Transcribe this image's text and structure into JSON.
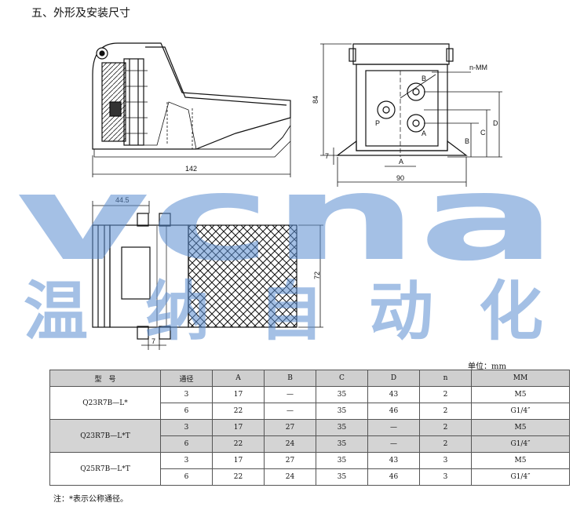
{
  "heading": "五、外形及安装尺寸",
  "dims": {
    "side_length": "142",
    "front_height": "84",
    "front_base": "7",
    "front_width": "90",
    "front_A": "A",
    "front_B": "B",
    "front_C": "C",
    "front_D": "D",
    "port_thread": "n-MM",
    "port_p": "P",
    "port_a": "A",
    "port_b": "B",
    "top_offset": "44.5",
    "top_width": "72",
    "top_slot": "7"
  },
  "watermark": {
    "latin": "vcna",
    "cn": [
      "温",
      "纳",
      "自",
      "动",
      "化"
    ]
  },
  "unit": "单位：mm",
  "table": {
    "headers": [
      "型　号",
      "通径",
      "A",
      "B",
      "C",
      "D",
      "n",
      "MM"
    ],
    "groups": [
      {
        "model": "Q23R7B—L*",
        "shade": false,
        "rows": [
          [
            "3",
            "17",
            "—",
            "35",
            "43",
            "2",
            "M5"
          ],
          [
            "6",
            "22",
            "—",
            "35",
            "46",
            "2",
            "G1/4″"
          ]
        ]
      },
      {
        "model": "Q23R7B—L*T",
        "shade": true,
        "rows": [
          [
            "3",
            "17",
            "27",
            "35",
            "—",
            "2",
            "M5"
          ],
          [
            "6",
            "22",
            "24",
            "35",
            "—",
            "2",
            "G1/4″"
          ]
        ]
      },
      {
        "model": "Q25R7B—L*T",
        "shade": false,
        "rows": [
          [
            "3",
            "17",
            "27",
            "35",
            "43",
            "3",
            "M5"
          ],
          [
            "6",
            "22",
            "24",
            "35",
            "46",
            "3",
            "G1/4″"
          ]
        ]
      }
    ]
  },
  "note": "注：*表示公称通径。"
}
